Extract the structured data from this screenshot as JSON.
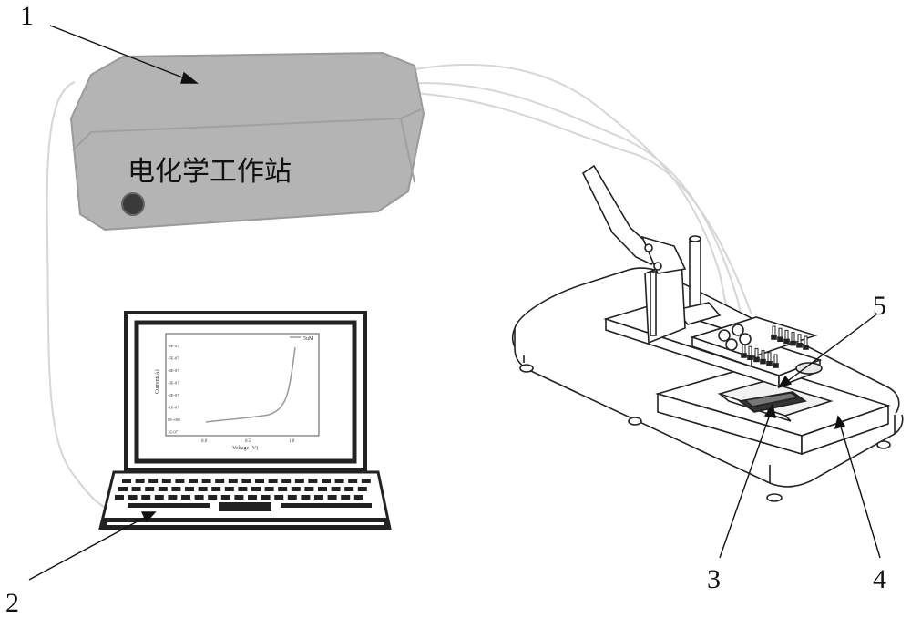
{
  "callouts": {
    "c1": "1",
    "c2": "2",
    "c3": "3",
    "c4": "4",
    "c5": "5"
  },
  "workstation": {
    "label": "电化学工作站"
  },
  "laptop_screen": {
    "legend": "5uM",
    "xlabel": "Voltage (V)",
    "ylabel": "Current(A)",
    "x_ticks": [
      "0.0",
      "0.5",
      "1.0"
    ],
    "y_ticks": [
      "-6E-07",
      "-5E-07",
      "-4E-07",
      "-3E-07",
      "-2E-07",
      "-1E-07",
      "0E+000",
      "1E-07"
    ]
  },
  "colors": {
    "workstation_body": "#b4b4b4",
    "cable": "#d6d6d6",
    "line": "#222222"
  }
}
